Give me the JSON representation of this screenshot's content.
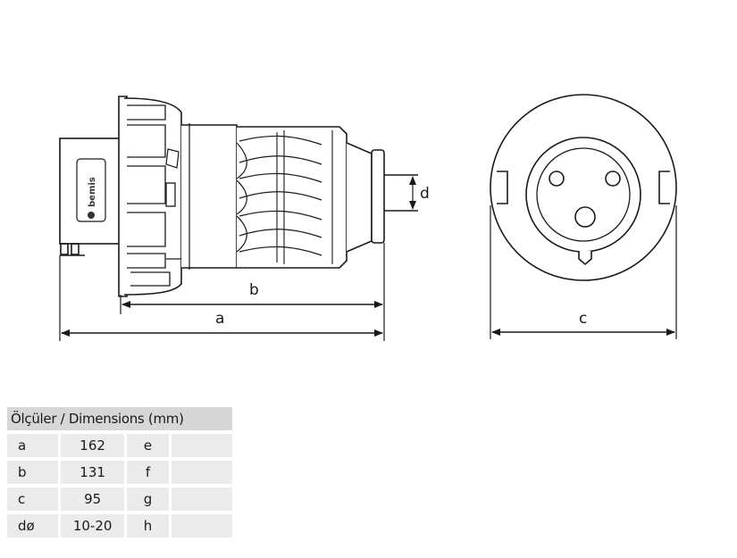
{
  "drawing": {
    "brand_logo": "bemis",
    "labels": {
      "a": "a",
      "b": "b",
      "c": "c",
      "d": "d"
    }
  },
  "table": {
    "header": "Ölçüler / Dimensions (mm)",
    "rows": [
      {
        "key": "a",
        "value": "162",
        "key2": "e",
        "value2": ""
      },
      {
        "key": "b",
        "value": "131",
        "key2": "f",
        "value2": ""
      },
      {
        "key": "c",
        "value": "95",
        "key2": "g",
        "value2": ""
      },
      {
        "key": "dø",
        "value": "10-20",
        "key2": "h",
        "value2": ""
      }
    ]
  }
}
